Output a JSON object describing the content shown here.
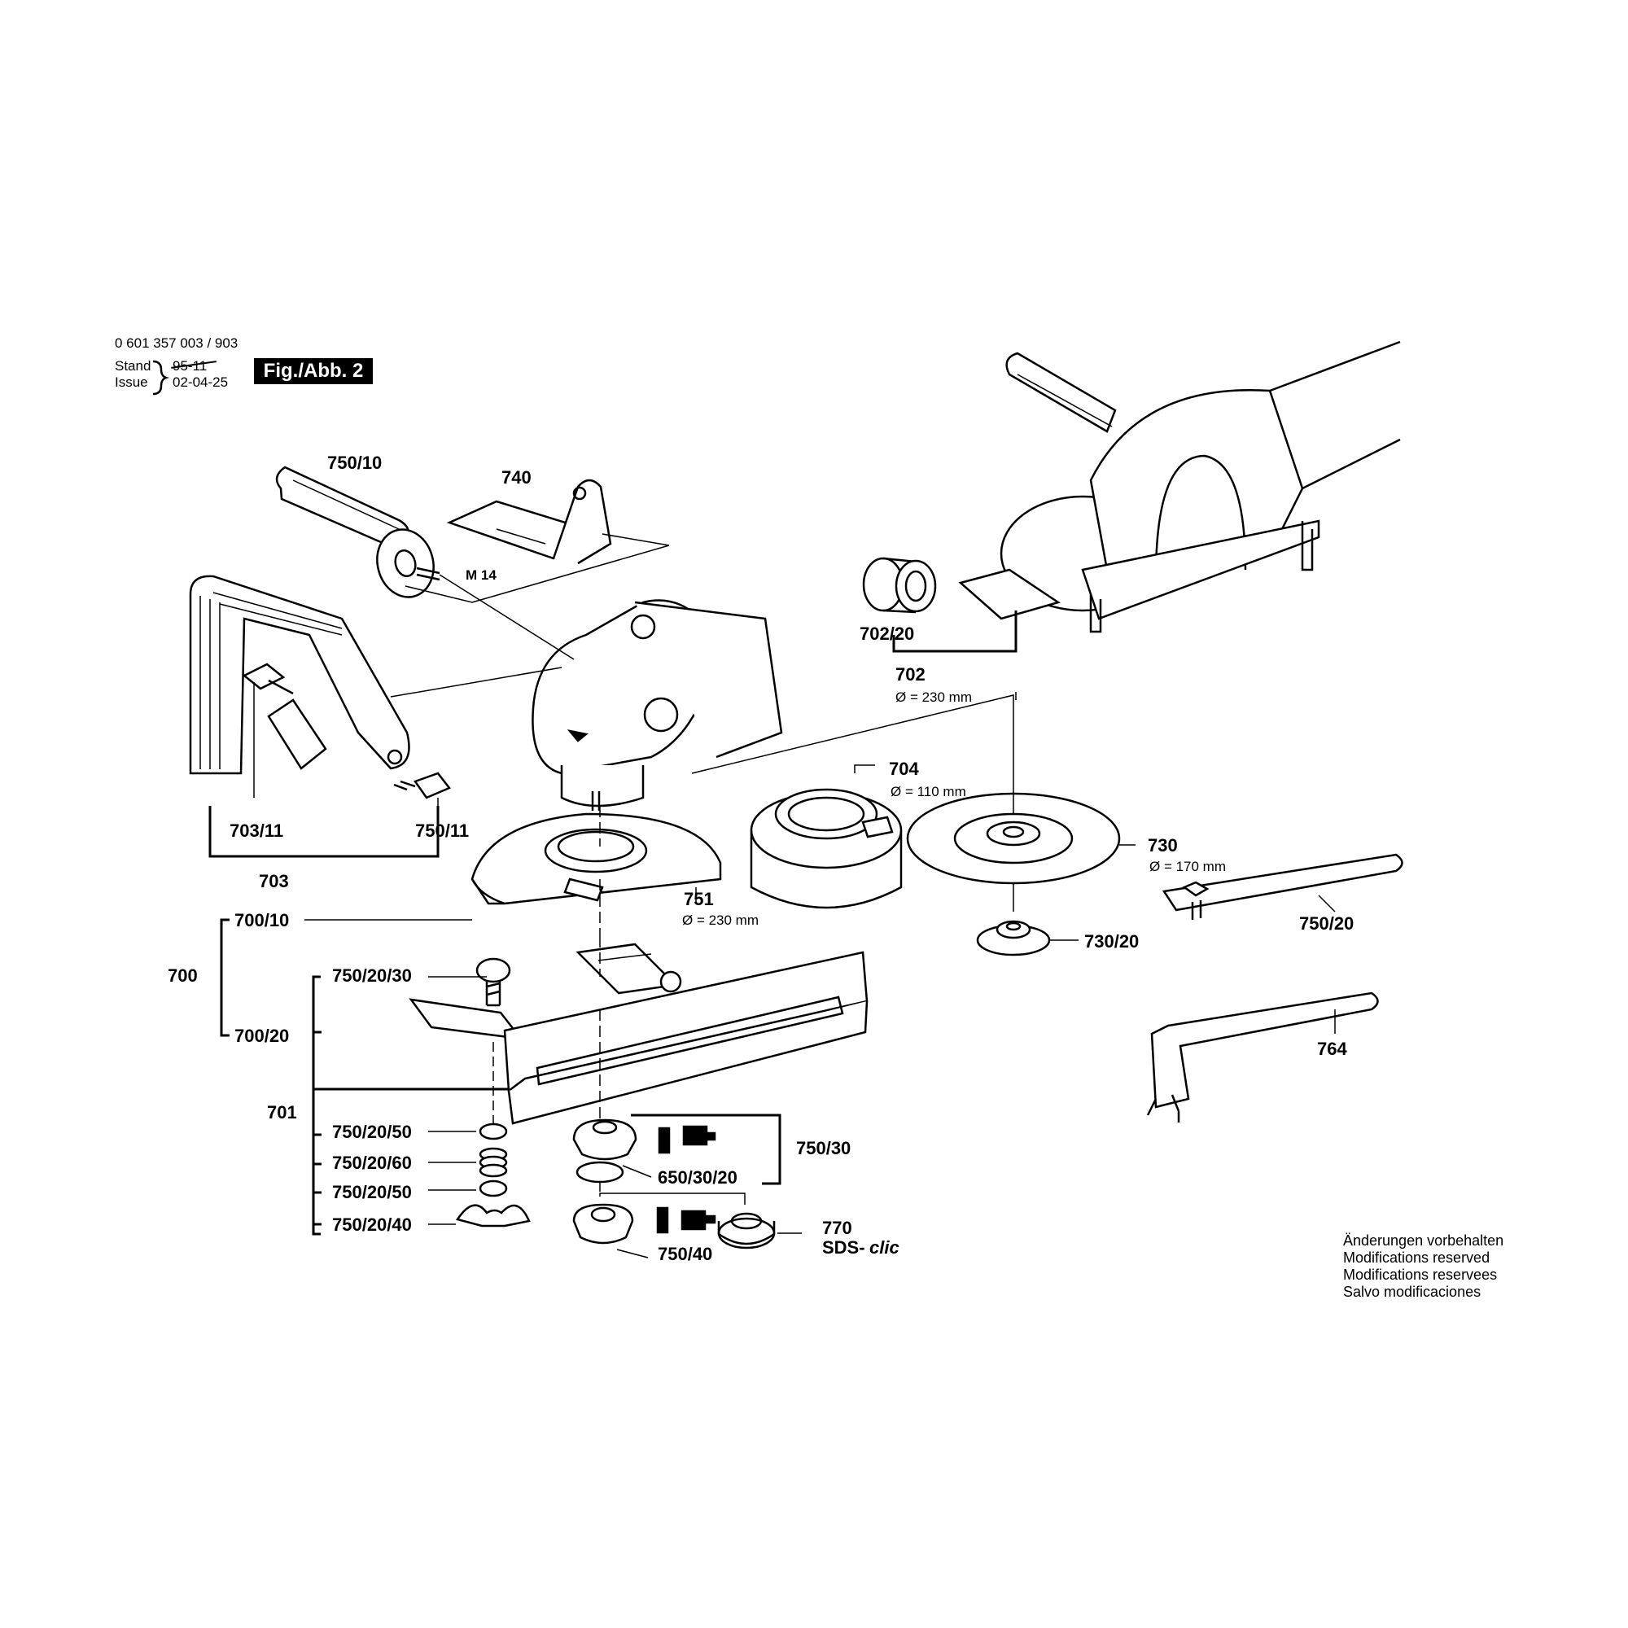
{
  "header": {
    "doc_number": "0 601 357 003 / 903",
    "stand_label": "Stand",
    "stand_value": "95-11",
    "issue_label": "Issue",
    "issue_value": "02-04-25",
    "figure": "Fig./Abb. 2"
  },
  "notes": [
    "Änderungen vorbehalten",
    "Modifications reserved",
    "Modifications reservees",
    "Salvo modificaciones"
  ],
  "parts": {
    "p750_10": "750/10",
    "p740": "740",
    "m14": "M 14",
    "p702_20": "702/20",
    "p702": "702",
    "p702_dim": "Ø = 230 mm",
    "p704": "704",
    "p704_dim": "Ø = 110 mm",
    "p703_11": "703/11",
    "p750_11": "750/11",
    "p703": "703",
    "p730": "730",
    "p730_dim": "Ø = 170 mm",
    "p751": "751",
    "p751_dim": "Ø = 230 mm",
    "p750_20": "750/20",
    "p700_10": "700/10",
    "p730_20": "730/20",
    "p700": "700",
    "p750_20_30": "750/20/30",
    "p700_20": "700/20",
    "p764": "764",
    "p701": "701",
    "p750_20_50a": "750/20/50",
    "p750_30": "750/30",
    "p750_20_60": "750/20/60",
    "p650_30_20": "650/30/20",
    "p750_20_50b": "750/20/50",
    "p750_20_40": "750/20/40",
    "p770": "770",
    "sds": "SDS-",
    "sds_clic": "clic",
    "p750_40": "750/40"
  }
}
